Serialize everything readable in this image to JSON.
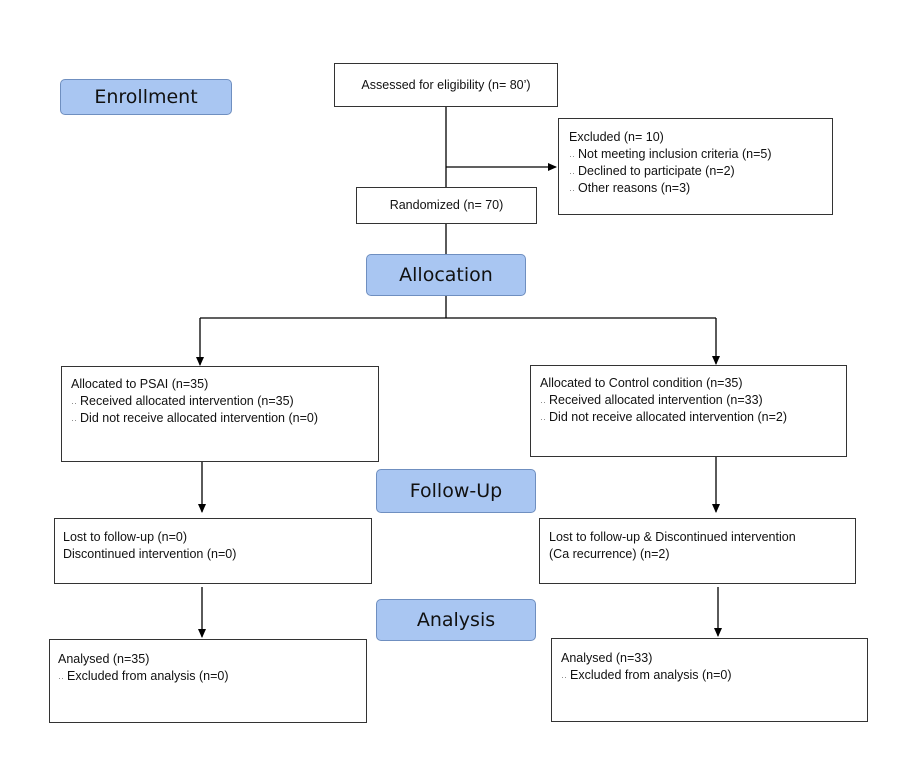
{
  "stages": {
    "enrollment": "Enrollment",
    "allocation": "Allocation",
    "follow_up": "Follow-Up",
    "analysis": "Analysis"
  },
  "assessed": "Assessed for eligibility (n= 80’)",
  "excluded": {
    "title": "Excluded (n= 10)",
    "items": [
      "Not meeting inclusion criteria (n=5)",
      "Declined to participate (n=2)",
      "Other reasons (n=3)"
    ]
  },
  "randomized": "Randomized (n= 70)",
  "bullet": "‥",
  "left": {
    "allocated": {
      "title": "Allocated to PSAI (n=35)",
      "items": [
        "Received allocated intervention (n=35)",
        "Did not receive allocated intervention  (n=0)"
      ]
    },
    "followup": [
      "Lost to follow-up (n=0)",
      "Discontinued intervention (n=0)"
    ],
    "analysis": {
      "title": "Analysed (n=35)",
      "items": [
        "Excluded from analysis (n=0)"
      ]
    }
  },
  "right": {
    "allocated": {
      "title": "Allocated to Control condition (n=35)",
      "items": [
        "Received allocated intervention (n=33)",
        "Did not receive allocated intervention (n=2)"
      ]
    },
    "followup": [
      "Lost to follow-up & Discontinued intervention",
      "(Ca recurrence) (n=2)"
    ],
    "analysis": {
      "title": "Analysed (n=33)",
      "items": [
        "Excluded from analysis (n=0)"
      ]
    }
  },
  "colors": {
    "stage_fill": "#a9c6f2",
    "stage_border": "#6f8fc0",
    "box_border": "#333333",
    "line": "#000000"
  }
}
